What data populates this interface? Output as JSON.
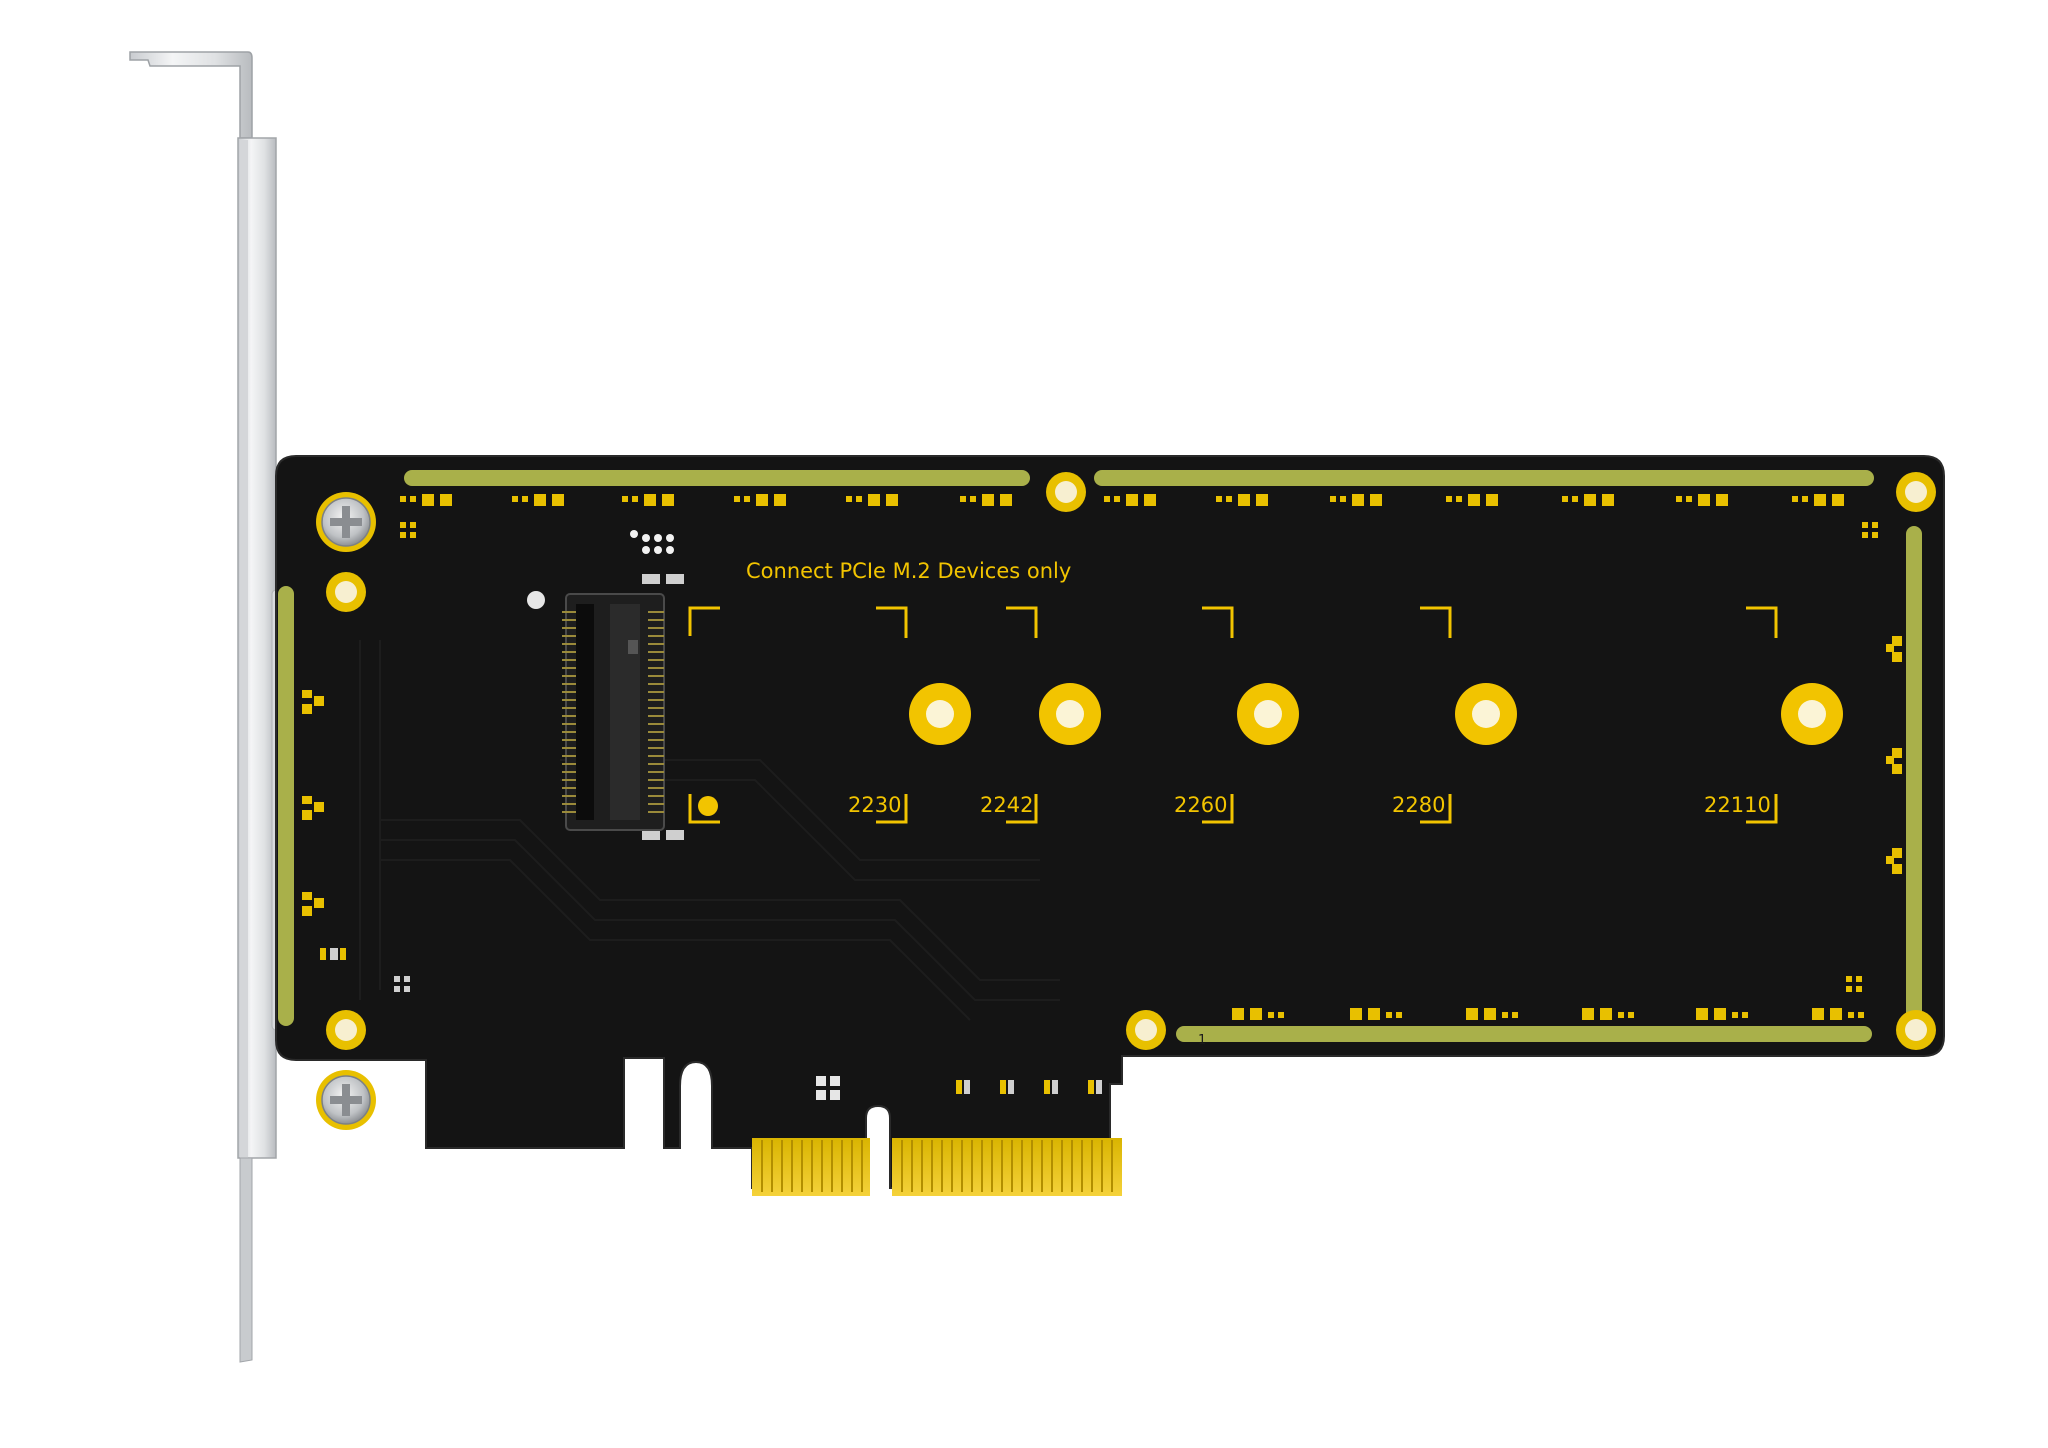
{
  "product": {
    "notice": "Connect PCIe M.2 Devices only",
    "pin_marker": "1",
    "mount_positions": [
      {
        "label": "2230"
      },
      {
        "label": "2242"
      },
      {
        "label": "2260"
      },
      {
        "label": "2280"
      },
      {
        "label": "22110"
      }
    ]
  },
  "colors": {
    "pcb": "#111111",
    "silkscreen": "#f2c400",
    "gold_pad": "#e8c000",
    "edge_rail": "#a9b04a",
    "bracket": "#e4e6e8"
  },
  "icons": {
    "screw": "phillips-screw-icon",
    "mount_hole": "mount-hole-icon",
    "connector": "m2-connector-icon"
  }
}
